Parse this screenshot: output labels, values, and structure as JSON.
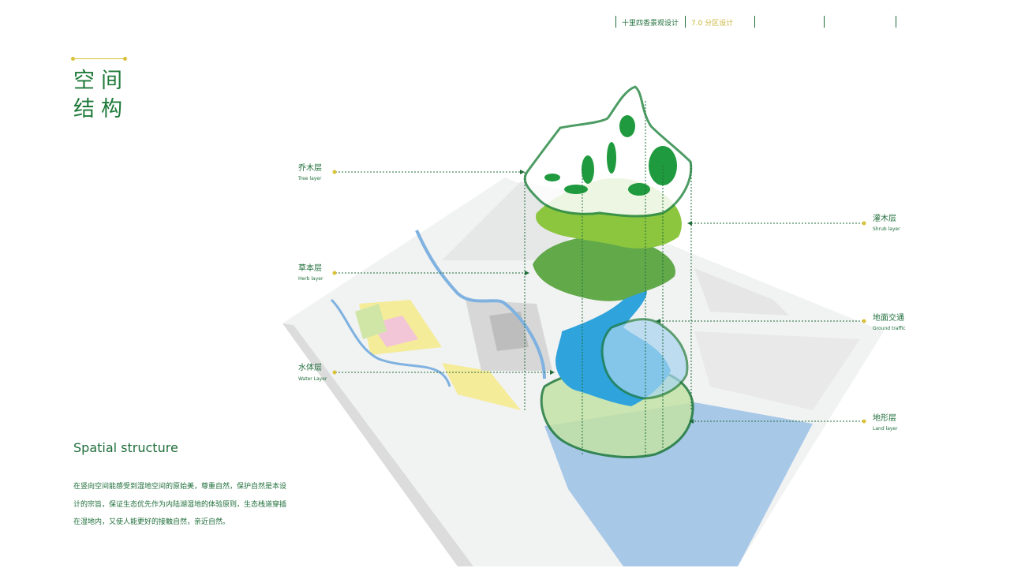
{
  "header": {
    "project_title": "十里四香景观设计",
    "section": "7.0 分区设计"
  },
  "page": {
    "title_line1": "空间",
    "title_line2": "结构",
    "subtitle": "Spatial structure",
    "description": [
      "在竖向空间能感受到湿地空间的原始美，尊重自然，保护自然是本设",
      "计的宗旨，保证生态优先作为内陆湖湿地的体验原则，生态栈道穿插",
      "在湿地内，又使人能更好的接触自然，亲近自然。"
    ]
  },
  "layers": [
    {
      "cn": "乔木层",
      "en": "Tree layer"
    },
    {
      "cn": "灌木层",
      "en": "Shrub layer"
    },
    {
      "cn": "草本层",
      "en": "Herb layer"
    },
    {
      "cn": "地面交通",
      "en": "Ground traffic"
    },
    {
      "cn": "水体层",
      "en": "Water Layer"
    },
    {
      "cn": "地形层",
      "en": "Land layer"
    }
  ],
  "colors": {
    "brand_green": "#1f7a3a",
    "accent_yellow": "#d9c23a",
    "tree_dark_green": "#1f9a3e",
    "shrub_light_green": "#8cc63f",
    "herb_green": "#62a94a",
    "water_blue": "#2fa3dc",
    "sea_blue": "#a8c8e8"
  }
}
